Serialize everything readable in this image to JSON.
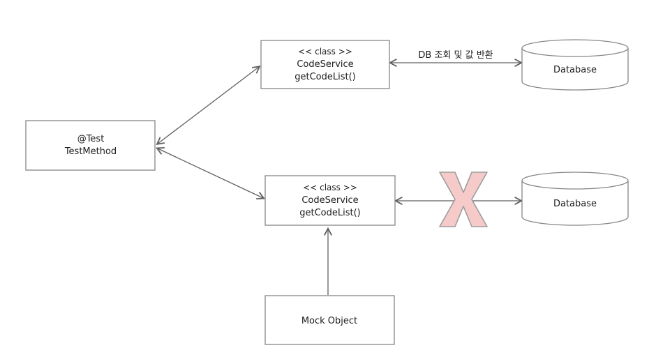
{
  "diagram": {
    "test_box": {
      "line1": "@Test",
      "line2": "TestMethod"
    },
    "service_box_top": {
      "line1": "<< class >>",
      "line2": "CodeService",
      "line3": "getCodeList()"
    },
    "service_box_bottom": {
      "line1": "<< class >>",
      "line2": "CodeService",
      "line3": "getCodeList()"
    },
    "database_top": {
      "label": "Database"
    },
    "database_bottom": {
      "label": "Database"
    },
    "mock_box": {
      "label": "Mock Object"
    },
    "arrows": {
      "db_query_label": "DB 조회 및 값 반환"
    },
    "colors": {
      "mock_fill": "#c3e581",
      "x_fill": "#f7caca",
      "x_stroke": "#9c9c9c",
      "line": "#5f5f5f",
      "box_stroke": "#868686",
      "text": "#1c1c1c"
    }
  }
}
